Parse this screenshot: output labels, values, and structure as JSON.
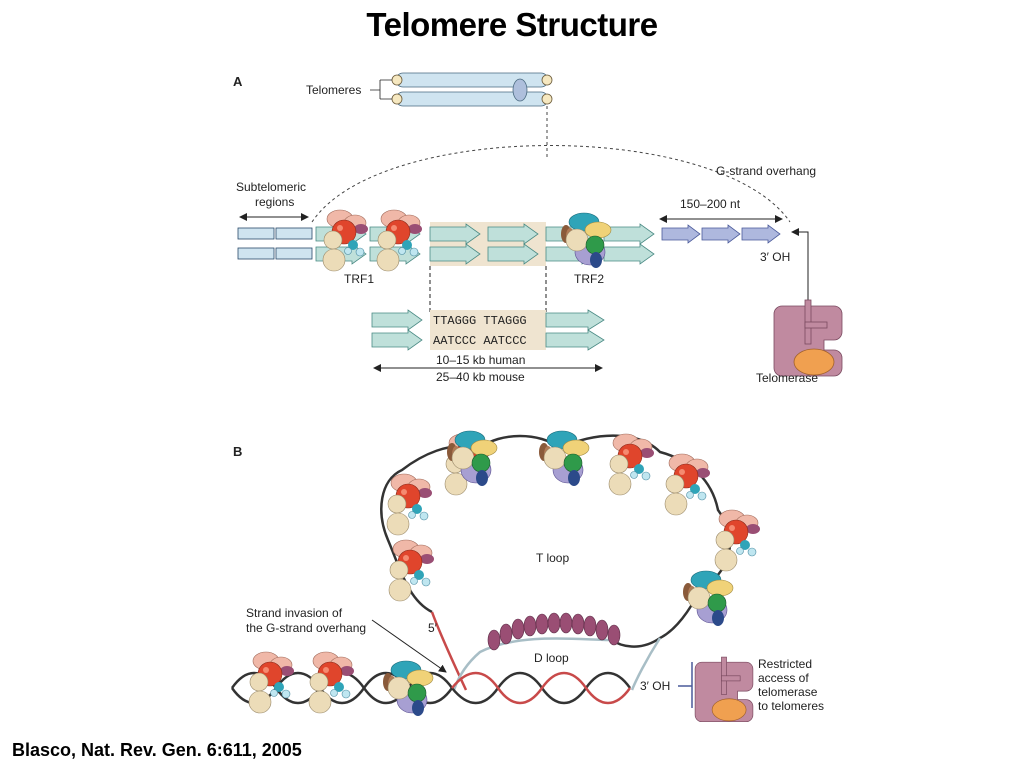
{
  "title": "Telomere Structure",
  "citation": "Blasco, Nat. Rev. Gen. 6:611, 2005",
  "panel_a": {
    "letter": "A",
    "telomeres_label": "Telomeres",
    "subtelomeric_label_1": "Subtelomeric",
    "subtelomeric_label_2": "regions",
    "g_overhang_label": "G-strand overhang",
    "overhang_length": "150–200 nt",
    "three_oh": "3′ OH",
    "trf1_label": "TRF1",
    "trf2_label": "TRF2",
    "seq_top": "TTAGGG TTAGGG",
    "seq_bottom": "AATCCC AATCCC",
    "length_human": "10–15 kb human",
    "length_mouse": "25–40 kb mouse",
    "telomerase_label": "Telomerase"
  },
  "panel_b": {
    "letter": "B",
    "t_loop_label": "T loop",
    "d_loop_label": "D loop",
    "five_prime": "5′",
    "three_oh": "3′ OH",
    "strand_invasion_1": "Strand invasion of",
    "strand_invasion_2": "the G-strand overhang",
    "restricted_1": "Restricted",
    "restricted_2": "access of",
    "restricted_3": "telomerase",
    "restricted_4": "to telomeres"
  },
  "colors": {
    "dna_box": "#cfe4f0",
    "repeat_arrow": "#bfe0da",
    "overhang_arrow": "#aeb8de",
    "highlight": "#efe4d0",
    "trf_red": "#e0452c",
    "trf_peach": "#f0b8a8",
    "trf_beige": "#ecdcb8",
    "teal": "#2fa4b8",
    "green": "#2f9a4a",
    "yellow": "#f0d278",
    "lavender": "#a79fd2",
    "navy": "#2c4a8a",
    "brown": "#8a5a3a",
    "plum": "#9a4e74",
    "mauve": "#c08aa0",
    "orange": "#f0a050",
    "strand_red": "#c84a4a",
    "strand_grey": "#a8bec6"
  }
}
